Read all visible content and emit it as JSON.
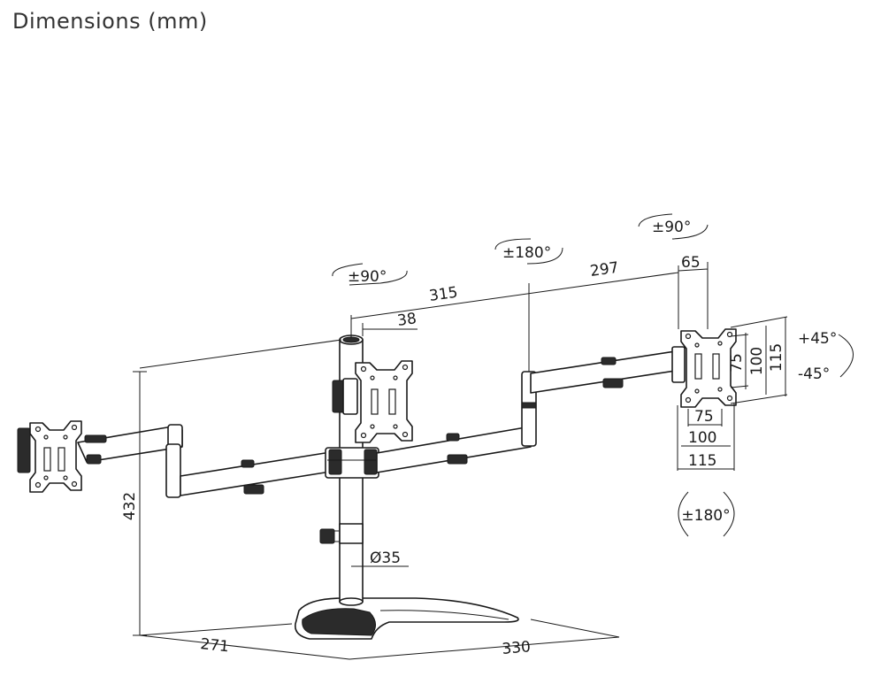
{
  "title": "Dimensions (mm)",
  "dimensions": {
    "height": "432",
    "base_depth": "271",
    "base_width": "330",
    "pole_diameter": "Ø35",
    "pole_offset": "38",
    "arm_length_left": "315",
    "arm_length_right": "297",
    "plate_depth": "65",
    "vesa_75_v": "75",
    "vesa_100_v": "100",
    "vesa_115_v": "115",
    "vesa_75_h": "75",
    "vesa_100_h": "100",
    "vesa_115_h": "115"
  },
  "rotations": {
    "left_swivel": "±90°",
    "mid_swivel": "±180°",
    "right_swivel": "±90°",
    "tilt_up": "+45°",
    "tilt_down": "-45°",
    "rotate": "±180°"
  }
}
